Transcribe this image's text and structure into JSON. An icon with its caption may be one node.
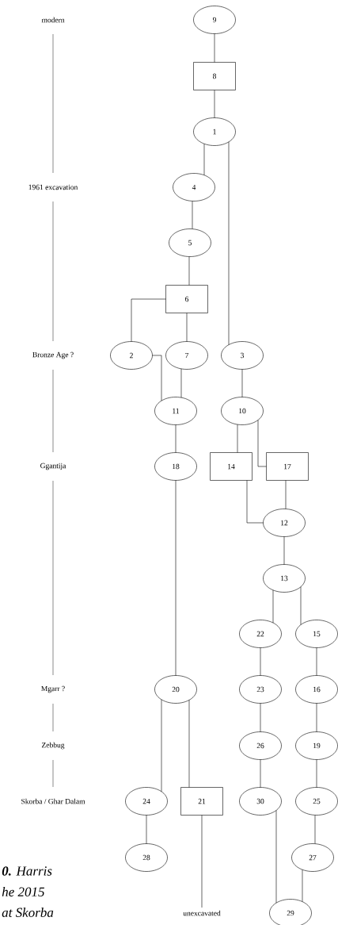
{
  "diagram": {
    "nodes": [
      {
        "text": [
          "9"
        ]
      },
      {
        "text": [
          "8"
        ]
      },
      {
        "text": [
          "1"
        ]
      },
      {
        "text": [
          "4"
        ]
      },
      {
        "text": [
          "5"
        ]
      },
      {
        "text": [
          "6"
        ]
      },
      {
        "text": [
          "2"
        ]
      },
      {
        "text": [
          "7"
        ]
      },
      {
        "text": [
          "3"
        ]
      },
      {
        "text": [
          "11"
        ]
      },
      {
        "text": [
          "10"
        ]
      },
      {
        "text": [
          "18"
        ]
      },
      {
        "text": [
          "14"
        ]
      },
      {
        "text": [
          "17"
        ]
      },
      {
        "text": [
          "12"
        ]
      },
      {
        "text": [
          "13"
        ]
      },
      {
        "text": [
          "22"
        ]
      },
      {
        "text": [
          "15"
        ]
      },
      {
        "text": [
          "20"
        ]
      },
      {
        "text": [
          "23"
        ]
      },
      {
        "text": [
          "16"
        ]
      },
      {
        "text": [
          "26"
        ]
      },
      {
        "text": [
          "19"
        ]
      },
      {
        "text": [
          "24"
        ]
      },
      {
        "text": [
          "21"
        ]
      },
      {
        "text": [
          "30"
        ]
      },
      {
        "text": [
          "25"
        ]
      },
      {
        "text": [
          "28"
        ]
      },
      {
        "text": [
          "27"
        ]
      },
      {
        "text": [
          "unexcavated"
        ]
      },
      {
        "text": [
          "29"
        ]
      }
    ],
    "edges": [
      {
        "from": 0,
        "to": 1,
        "arrow": "none"
      },
      {
        "from": 1,
        "to": 2,
        "arrow": "none"
      },
      {
        "from": 2,
        "to": 3,
        "arrow": "none"
      },
      {
        "from": 2,
        "to": 8,
        "arrow": "none"
      },
      {
        "from": 3,
        "to": 4,
        "arrow": "none"
      },
      {
        "from": 4,
        "to": 5,
        "arrow": "none"
      },
      {
        "from": 5,
        "to": 6,
        "arrow": "none"
      },
      {
        "from": 5,
        "to": 7,
        "arrow": "none"
      },
      {
        "from": 6,
        "to": 9,
        "arrow": "none"
      },
      {
        "from": 7,
        "to": 9,
        "arrow": "none"
      },
      {
        "from": 8,
        "to": 10,
        "arrow": "none"
      },
      {
        "from": 10,
        "to": 12,
        "arrow": "none"
      },
      {
        "from": 10,
        "to": 13,
        "arrow": "none"
      },
      {
        "from": 9,
        "to": 11,
        "arrow": "none"
      },
      {
        "from": 11,
        "to": 18,
        "arrow": "none"
      },
      {
        "from": 12,
        "to": 14,
        "arrow": "none"
      },
      {
        "from": 13,
        "to": 14,
        "arrow": "none"
      },
      {
        "from": 14,
        "to": 15,
        "arrow": "none"
      },
      {
        "from": 15,
        "to": 16,
        "arrow": "none"
      },
      {
        "from": 15,
        "to": 17,
        "arrow": "none"
      },
      {
        "from": 16,
        "to": 19,
        "arrow": "none"
      },
      {
        "from": 17,
        "to": 20,
        "arrow": "none"
      },
      {
        "from": 18,
        "to": 23,
        "arrow": "none"
      },
      {
        "from": 18,
        "to": 24,
        "arrow": "none"
      },
      {
        "from": 19,
        "to": 21,
        "arrow": "none"
      },
      {
        "from": 20,
        "to": 22,
        "arrow": "none"
      },
      {
        "from": 21,
        "to": 25,
        "arrow": "none"
      },
      {
        "from": 22,
        "to": 26,
        "arrow": "none"
      },
      {
        "from": 24,
        "to": 29,
        "arrow": "none"
      },
      {
        "from": 23,
        "to": 27,
        "arrow": "none"
      },
      {
        "from": 26,
        "to": 28,
        "arrow": "none"
      },
      {
        "from": 25,
        "to": 30,
        "arrow": "none"
      },
      {
        "from": 28,
        "to": 30,
        "arrow": "none"
      }
    ],
    "labels": [
      "modern",
      "1961 excavation",
      "Bronze Age ?",
      "Ggantija",
      "Mgarr ?",
      "Zebbug",
      "Skorba / Ghar Dalam",
      "**0.** Harris",
      "he 2015",
      "at Skorba"
    ]
  }
}
